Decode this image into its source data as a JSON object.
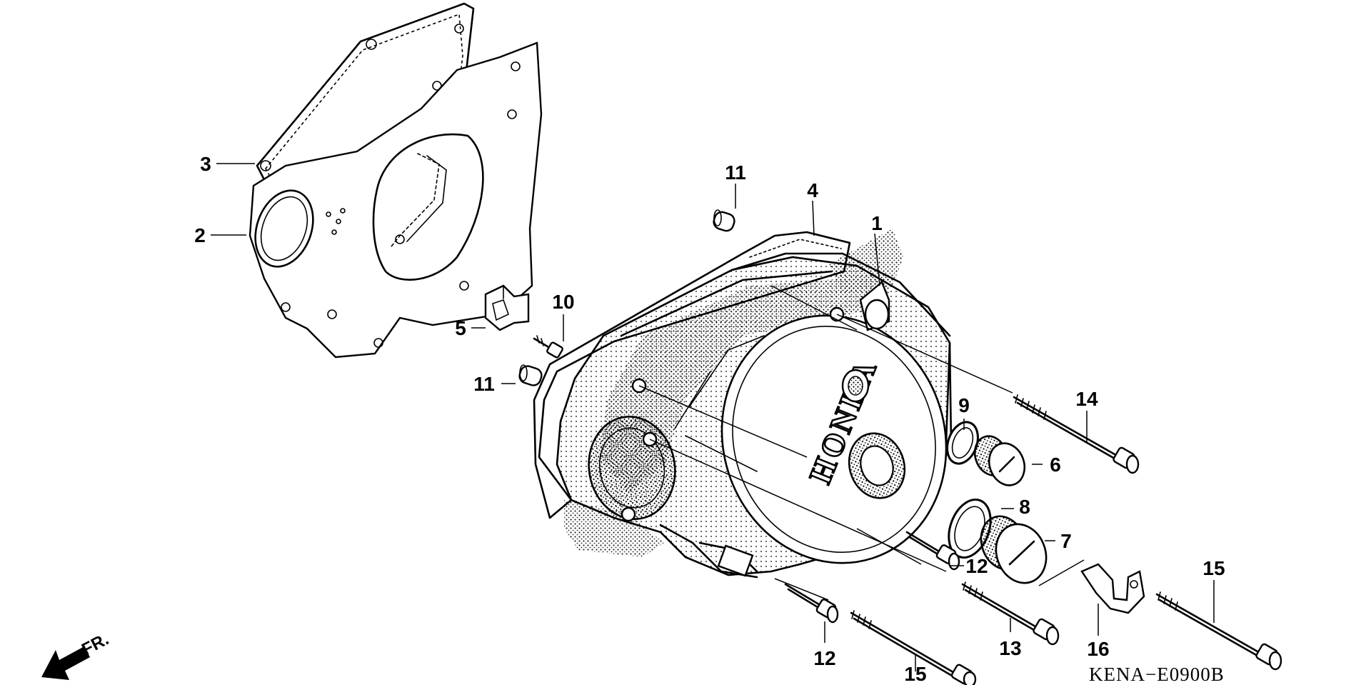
{
  "diagram": {
    "diagram_code": "KENA−E0900B",
    "direction_label": "FR.",
    "brand_text": "HONDA",
    "callouts": [
      {
        "id": "c1",
        "label": "1"
      },
      {
        "id": "c2",
        "label": "2"
      },
      {
        "id": "c3",
        "label": "3"
      },
      {
        "id": "c4",
        "label": "4"
      },
      {
        "id": "c5",
        "label": "5"
      },
      {
        "id": "c6",
        "label": "6"
      },
      {
        "id": "c7",
        "label": "7"
      },
      {
        "id": "c8",
        "label": "8"
      },
      {
        "id": "c9",
        "label": "9"
      },
      {
        "id": "c10",
        "label": "10"
      },
      {
        "id": "c11a",
        "label": "11"
      },
      {
        "id": "c11b",
        "label": "11"
      },
      {
        "id": "c12a",
        "label": "12"
      },
      {
        "id": "c12b",
        "label": "12"
      },
      {
        "id": "c13",
        "label": "13"
      },
      {
        "id": "c14",
        "label": "14"
      },
      {
        "id": "c15a",
        "label": "15"
      },
      {
        "id": "c15b",
        "label": "15"
      },
      {
        "id": "c16",
        "label": "16"
      }
    ]
  }
}
